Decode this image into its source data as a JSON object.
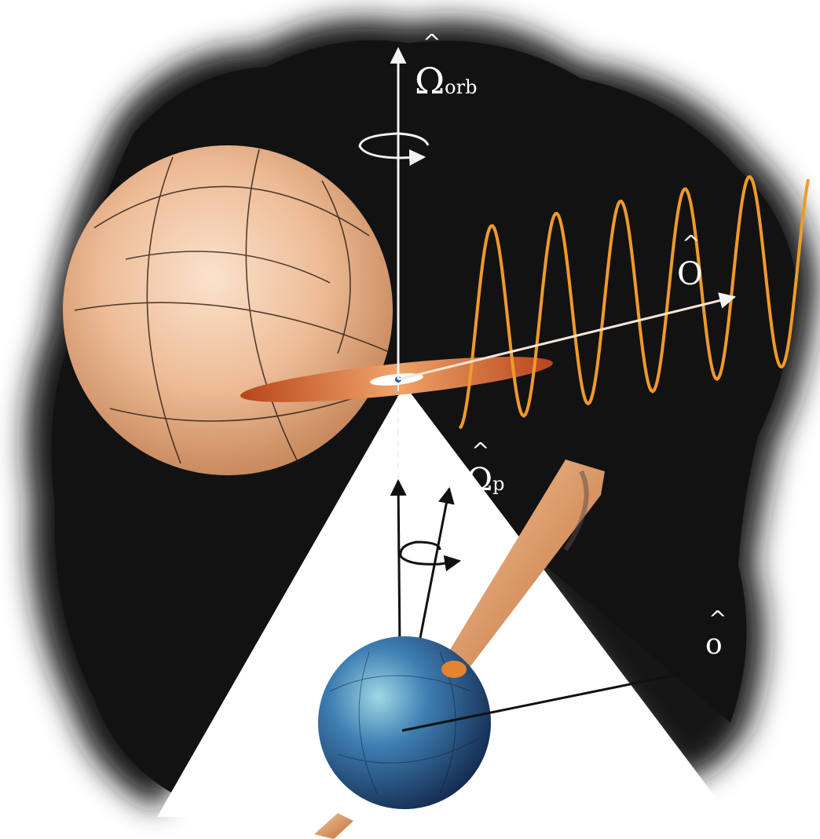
{
  "labels": {
    "orbital_axis": {
      "symbol": "Ω",
      "subscript": "orb"
    },
    "observer_axis_top": {
      "symbol": "O"
    },
    "pulsar_axis": {
      "symbol": "Ω",
      "subscript": "p"
    },
    "observer_axis_bottom": {
      "symbol": "o"
    }
  },
  "colors": {
    "background_dark": "#121212",
    "companion_star": "#e9b48f",
    "disk": "#d5622a",
    "wave": "#f09a2a",
    "pulsar": "#3a6ca8",
    "beam": "#e7a36c",
    "axis_line": "#f2f2f2"
  }
}
